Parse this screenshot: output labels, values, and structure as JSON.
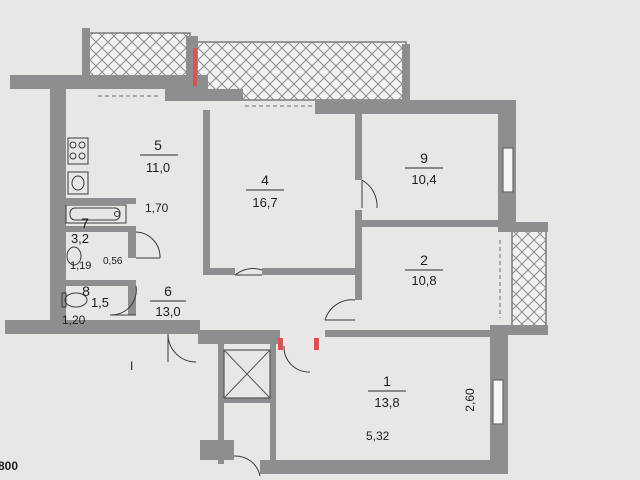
{
  "rooms": [
    {
      "id": "1",
      "num": "1",
      "area": "13,8"
    },
    {
      "id": "2",
      "num": "2",
      "area": "10,8"
    },
    {
      "id": "4",
      "num": "4",
      "area": "16,7"
    },
    {
      "id": "5",
      "num": "5",
      "area": "11,0"
    },
    {
      "id": "6",
      "num": "6",
      "area": "13,0"
    },
    {
      "id": "7",
      "num": "7",
      "area": "3,2"
    },
    {
      "id": "8",
      "num": "8",
      "area": "1,5"
    },
    {
      "id": "9",
      "num": "9",
      "area": "10,4"
    }
  ],
  "dimensions": {
    "d1": "1,70",
    "d2": "0,56",
    "d3": "1,19",
    "d4": "1,20",
    "d5": "2,60",
    "d6": "5,32",
    "d7": "800",
    "d8": "I"
  },
  "colors": {
    "wall": "#8e8d8f",
    "paper": "#e9e7e6",
    "door_accent": "#d9534f"
  }
}
